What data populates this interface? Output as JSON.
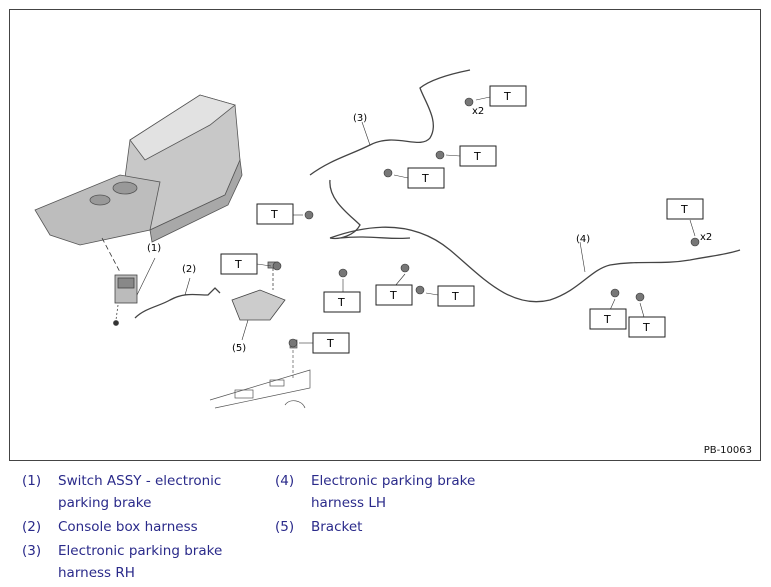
{
  "figure": {
    "id": "PB-10063",
    "torque_label": "T",
    "qty_label": "x2",
    "callouts": [
      "(1)",
      "(2)",
      "(3)",
      "(4)",
      "(5)"
    ]
  },
  "legend": [
    {
      "num": "(1)",
      "text": "Switch ASSY - electronic parking brake"
    },
    {
      "num": "(2)",
      "text": "Console box harness"
    },
    {
      "num": "(3)",
      "text": "Electronic parking brake harness RH"
    },
    {
      "num": "(4)",
      "text": "Electronic parking brake harness LH"
    },
    {
      "num": "(5)",
      "text": "Bracket"
    }
  ],
  "colors": {
    "legend_text": "#2a2a8a",
    "line": "#333333",
    "console_fill": "#c9c9c9"
  }
}
